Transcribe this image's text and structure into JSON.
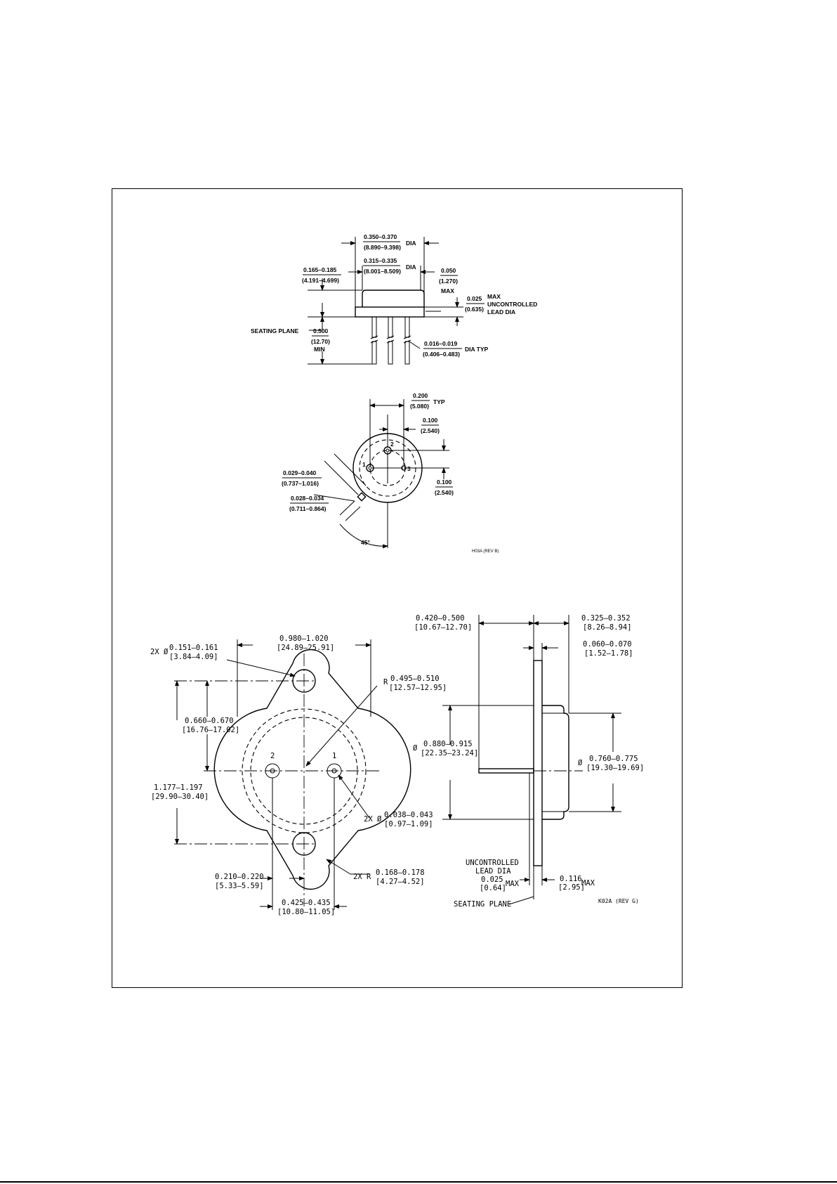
{
  "to_package": {
    "side": {
      "dia_outer_in": "0.350–0.370",
      "dia_outer_mm": "(8.890–9.398)",
      "dia_outer_suffix": "DIA",
      "dia_inner_in": "0.315–0.335",
      "dia_inner_mm": "(8.001–8.509)",
      "dia_inner_suffix": "DIA",
      "height_in": "0.165–0.185",
      "height_mm": "(4.191–4.699)",
      "flange_in": "0.050",
      "flange_mm": "(1.270)",
      "flange_suffix": "MAX",
      "lead_unc_in": "0.025",
      "lead_unc_mm": "(0.635)",
      "lead_unc_l1": "MAX",
      "lead_unc_l2": "UNCONTROLLED",
      "lead_unc_l3": "LEAD DIA",
      "seating_plane": "SEATING PLANE",
      "lead_len_in": "0.500",
      "lead_len_mm": "(12.70)",
      "lead_len_suffix": "MIN",
      "lead_dia_in": "0.016–0.019",
      "lead_dia_mm": "(0.406–0.483)",
      "lead_dia_suffix": "DIA TYP"
    },
    "bottom": {
      "pitch_in": "0.200",
      "pitch_mm": "(5.080)",
      "pitch_suffix": "TYP",
      "half_pitch_in": "0.100",
      "half_pitch_mm": "(2.540)",
      "half_pitch2_in": "0.100",
      "half_pitch2_mm": "(2.540)",
      "tab_w_in": "0.029–0.040",
      "tab_w_mm": "(0.737–1.016)",
      "tab_l_in": "0.028–0.034",
      "tab_l_mm": "(0.711–0.864)",
      "angle": "45°",
      "pin1": "1",
      "pin2": "2",
      "pin3": "3",
      "ref": "H03A (REV B)"
    }
  },
  "to3_package": {
    "top": {
      "hole_prefix": "2X Ø",
      "hole_in": "0.151–0.161",
      "hole_mm": "[3.84–4.09]",
      "width_in": "0.980–1.020",
      "width_mm": "[24.89–25.91]",
      "radius_prefix": "R",
      "radius_in": "0.495–0.510",
      "radius_mm": "[12.57–12.95]",
      "hole_spacing_in": "0.660–0.670",
      "hole_spacing_mm": "[16.76–17.02]",
      "length_in": "1.177–1.197",
      "length_mm": "[29.90–30.40]",
      "pin_prefix": "2X Ø",
      "pin_in": "0.038–0.043",
      "pin_mm": "[0.97–1.09]",
      "end_r_prefix": "2X R",
      "end_r_in": "0.168–0.178",
      "end_r_mm": "[4.27–4.52]",
      "pin_offset_in": "0.210–0.220",
      "pin_offset_mm": "[5.33–5.59]",
      "pin_spacing_in": "0.425–0.435",
      "pin_spacing_mm": "[10.80–11.05]",
      "pin1": "1",
      "pin2": "2"
    },
    "side": {
      "lead_len_in": "0.420–0.500",
      "lead_len_mm": "[10.67–12.70]",
      "body_h_in": "0.325–0.352",
      "body_h_mm": "[8.26–8.94]",
      "flange_in": "0.060–0.070",
      "flange_mm": "[1.52–1.78]",
      "cap_prefix": "Ø",
      "cap_in": "0.880–0.915",
      "cap_mm": "[22.35–23.24]",
      "body_prefix": "Ø",
      "body_in": "0.760–0.775",
      "body_mm": "[19.30–19.69]",
      "unc_l1": "UNCONTROLLED",
      "unc_l2": "LEAD DIA",
      "unc_in": "0.025",
      "unc_mm": "[0.64]",
      "unc_suffix": "MAX",
      "rad_in": "0.116",
      "rad_mm": "[2.95]",
      "rad_suffix": "MAX",
      "seating_plane": "SEATING PLANE",
      "ref": "K02A (REV G)"
    }
  }
}
